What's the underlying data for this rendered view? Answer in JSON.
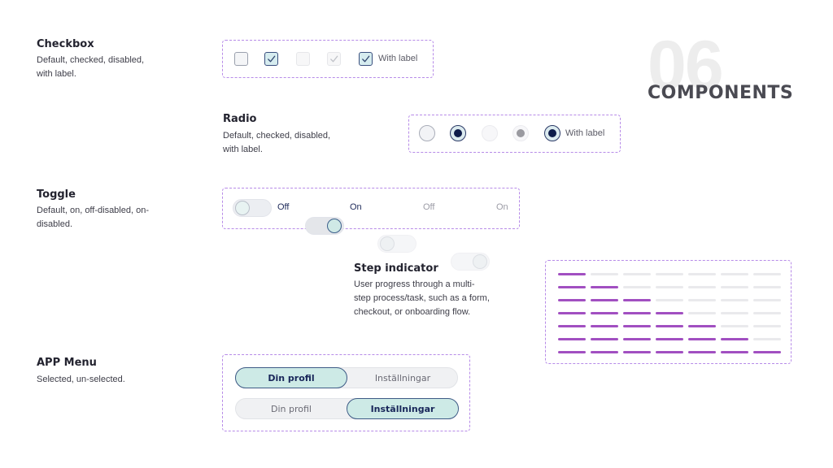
{
  "header": {
    "number": "06",
    "word": "COMPONENTS"
  },
  "checkbox": {
    "title": "Checkbox",
    "desc_line1": "Default, checked, disabled,",
    "desc_line2": "with label.",
    "label": "With label"
  },
  "radio": {
    "title": "Radio",
    "desc_line1": "Default, checked, disabled,",
    "desc_line2": "with label.",
    "label": "With label"
  },
  "toggle": {
    "title": "Toggle",
    "desc_line1": "Default, on, off-disabled, on-",
    "desc_line2": "disabled.",
    "items": [
      {
        "label": "Off",
        "state": "off"
      },
      {
        "label": "On",
        "state": "on"
      },
      {
        "label": "Off",
        "state": "off-disabled"
      },
      {
        "label": "On",
        "state": "on-disabled"
      }
    ]
  },
  "step_indicator": {
    "title": "Step indicator",
    "desc_line1": "User progress through a multi-",
    "desc_line2": "step process/task, such as a form,",
    "desc_line3": "checkout, or onboarding flow.",
    "total_steps": 7,
    "rows_completed": [
      1,
      2,
      3,
      4,
      5,
      6,
      7
    ]
  },
  "app_menu": {
    "title": "APP Menu",
    "desc": "Selected, un-selected.",
    "item1": "Din profil",
    "item2": "Inställningar",
    "selected_row1": "Din profil",
    "selected_row2": "Inställningar"
  },
  "colors": {
    "accent_purple": "#a14fc1",
    "dashed_border": "#b78be8",
    "selected_fill": "#cdeae6",
    "navy": "#0e1c4a"
  }
}
